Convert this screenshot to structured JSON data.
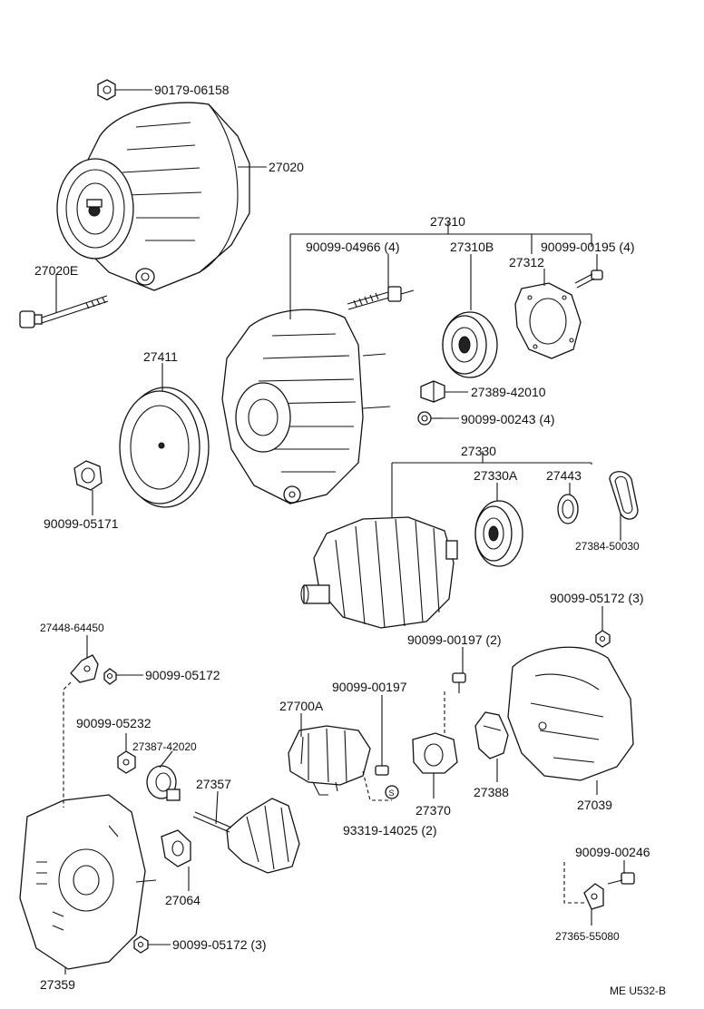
{
  "labels": {
    "p90179_06158": "90179-06158",
    "p27020": "27020",
    "p27020E": "27020E",
    "p27310": "27310",
    "p90099_04966": "90099-04966 (4)",
    "p27310B": "27310B",
    "p90099_00195": "90099-00195 (4)",
    "p27312": "27312",
    "p27411": "27411",
    "p27389_42010": "27389-42010",
    "p90099_00243": "90099-00243 (4)",
    "p90099_05171": "90099-05171",
    "p27330": "27330",
    "p27330A": "27330A",
    "p27443": "27443",
    "p27384_50030": "27384-50030",
    "p90099_05172_3a": "90099-05172 (3)",
    "p27448_64450": "27448-64450",
    "p90099_05172": "90099-05172",
    "p90099_00197_2": "90099-00197 (2)",
    "p90099_00197": "90099-00197",
    "p90099_05232": "90099-05232",
    "p27700A": "27700A",
    "p27387_42020": "27387-42020",
    "p27357": "27357",
    "p27388": "27388",
    "p27370": "27370",
    "p27039": "27039",
    "p93319_14025": "93319-14025 (2)",
    "p90099_00246": "90099-00246",
    "p27064": "27064",
    "p27365_55080": "27365-55080",
    "p90099_05172_3b": "90099-05172 (3)",
    "p27359": "27359",
    "ref_code": "ME U532-B"
  }
}
